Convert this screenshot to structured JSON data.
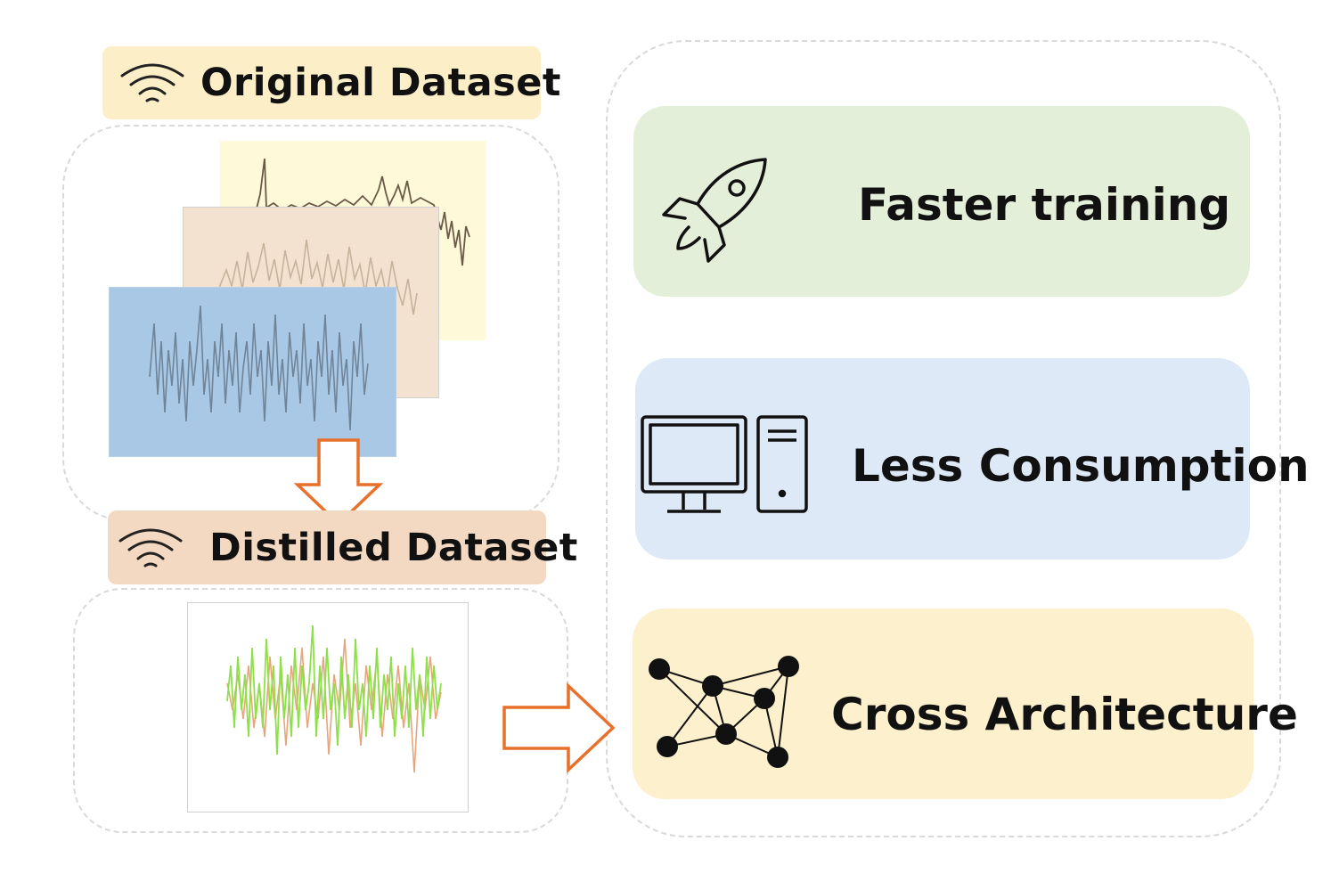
{
  "left": {
    "original_label": "Original Dataset",
    "distilled_label": "Distilled Dataset"
  },
  "benefits": [
    {
      "title": "Faster training",
      "icon": "rocket-icon",
      "color": "#e3efd9"
    },
    {
      "title": "Less Consumption",
      "icon": "computer-icon",
      "color": "#dde9f6"
    },
    {
      "title": "Cross Architecture",
      "icon": "network-graph-icon",
      "color": "#fdf0cc"
    }
  ],
  "colors": {
    "original_tag": "#fcefc8",
    "distilled_tag": "#f3d9c1",
    "panel_yellow": "#fef9d9",
    "panel_tan": "#f3e2cf",
    "panel_blue": "#a9c8e6",
    "arrow": "#e8702a",
    "wave_green": "#8ee04a",
    "wave_orange": "#e8a57c"
  }
}
